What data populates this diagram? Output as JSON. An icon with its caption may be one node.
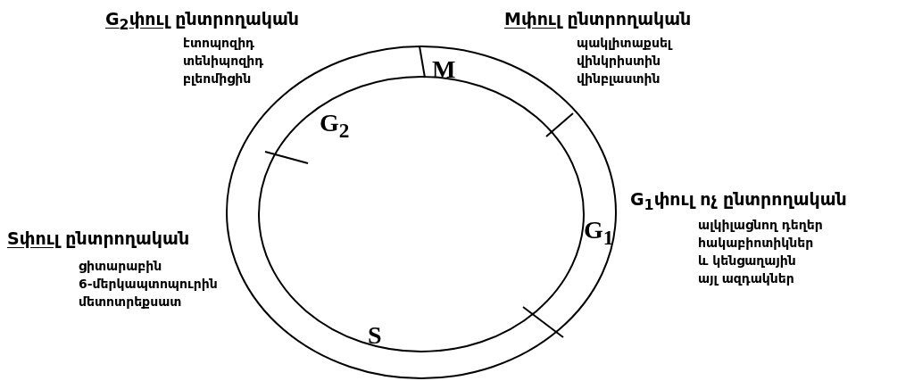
{
  "diagram": {
    "labels": [
      "G$_{2}$փուլ ընտրողական",
      "էտոպոզիդ",
      "տենիպոզիդ",
      "բլեոմիցին",
      "Mփուլ ընտրողական",
      "պակլիտաքսել",
      "վինկրիստին",
      "վինբլաստին",
      "M",
      "G$_{2}$",
      "G$_{1}$փուլ ոչ ընտրողական",
      "ալկիլացնող դեղեր",
      "հակաբիոտիկներ",
      "և կենցաղային",
      "այլ ազդակներ",
      "G$_{1}$",
      "Sփուլ ընտրողական",
      "ցիտարաբին",
      "6-մերկապտոպուրին",
      "մետոտրեքսատ",
      "S"
    ]
  }
}
